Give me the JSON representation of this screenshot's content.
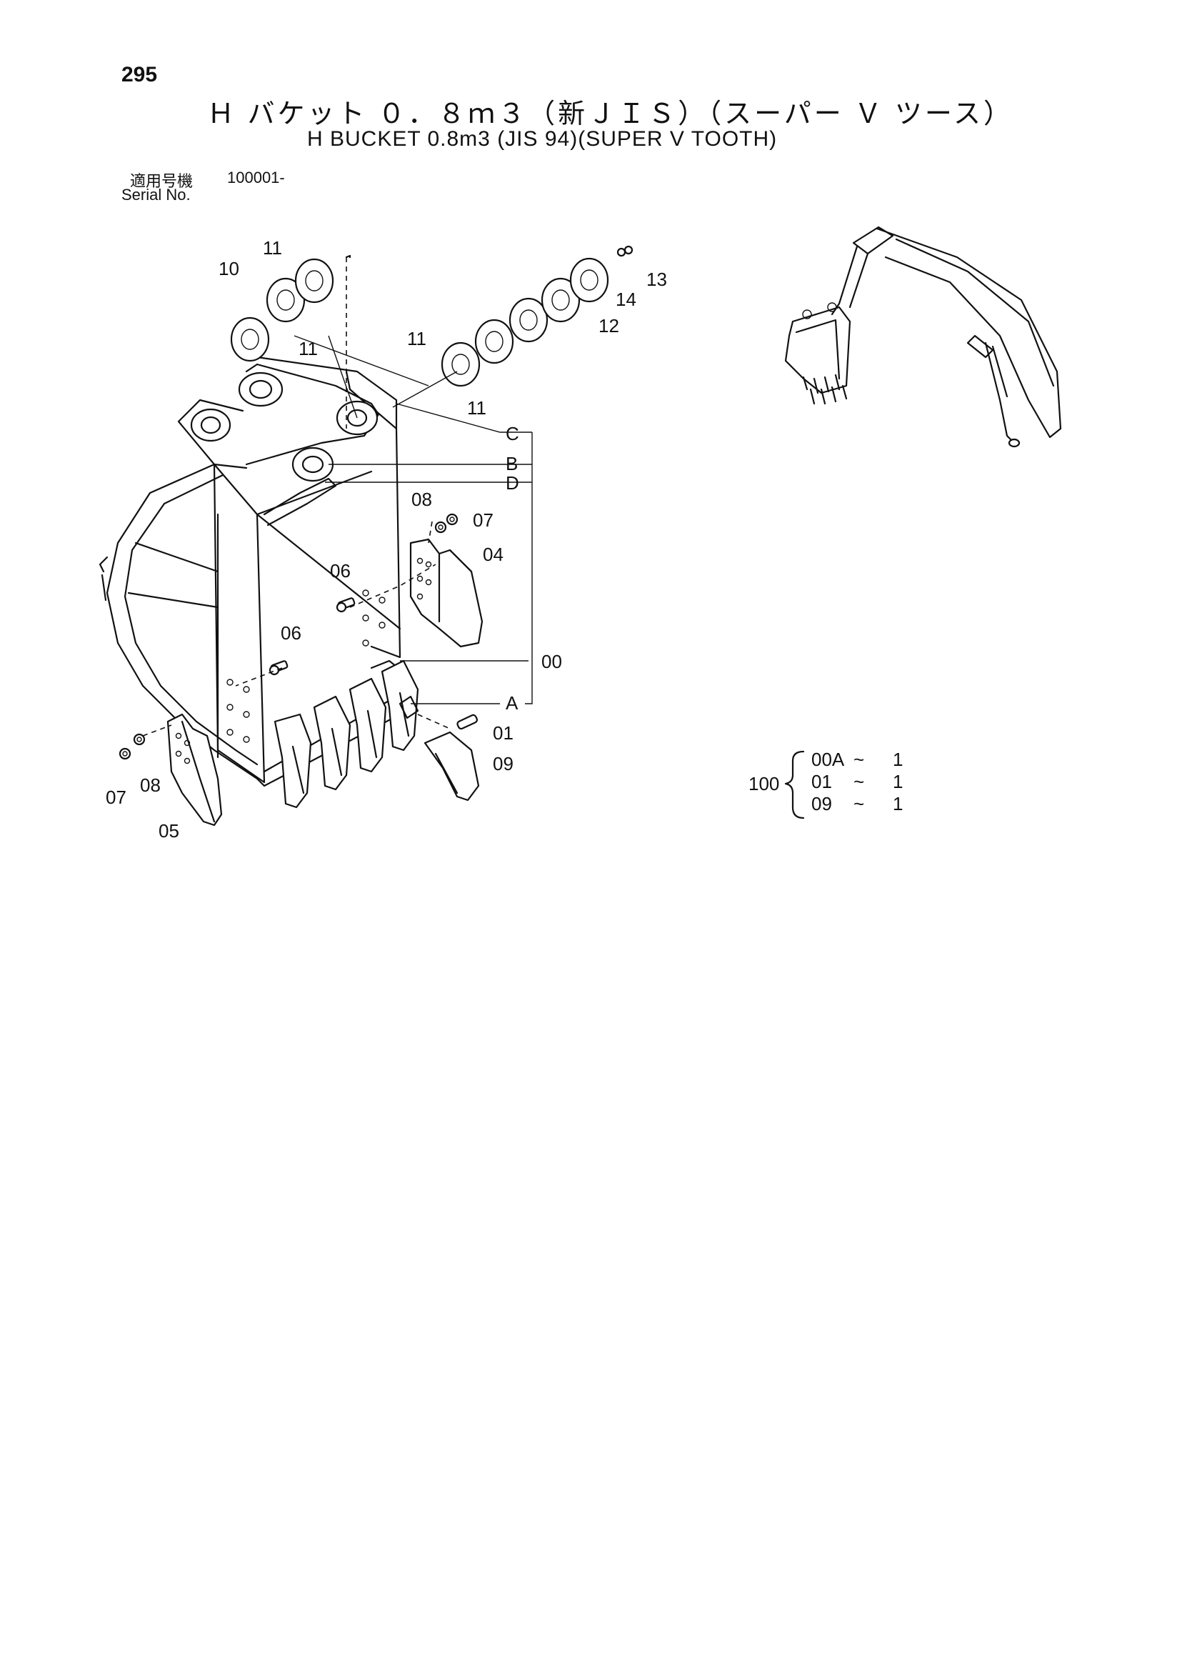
{
  "page": {
    "number": "295",
    "title_jp": "Ｈ バケット ０．８ｍ３（新ＪＩＳ）（スーパー Ｖ ツース）",
    "title_en": "H BUCKET 0.8m3 (JIS 94)(SUPER V TOOTH)",
    "serial_label_jp": "適用号機",
    "serial_value": "100001-",
    "serial_label_en": "Serial No."
  },
  "callouts": {
    "c00": "00",
    "c01": "01",
    "c04": "04",
    "c05": "05",
    "c06a": "06",
    "c06b": "06",
    "c07a": "07",
    "c07b": "07",
    "c08a": "08",
    "c08b": "08",
    "c09": "09",
    "c10": "10",
    "c11a": "11",
    "c11b": "11",
    "c11c": "11",
    "c11d": "11",
    "c12": "12",
    "c13": "13",
    "c14": "14"
  },
  "letters": {
    "A": "A",
    "B": "B",
    "C": "C",
    "D": "D"
  },
  "kit": {
    "number": "100",
    "rows": [
      {
        "part": "00A",
        "sep": "~",
        "qty": "1"
      },
      {
        "part": "01",
        "sep": "~",
        "qty": "1"
      },
      {
        "part": "09",
        "sep": "~",
        "qty": "1"
      }
    ]
  }
}
